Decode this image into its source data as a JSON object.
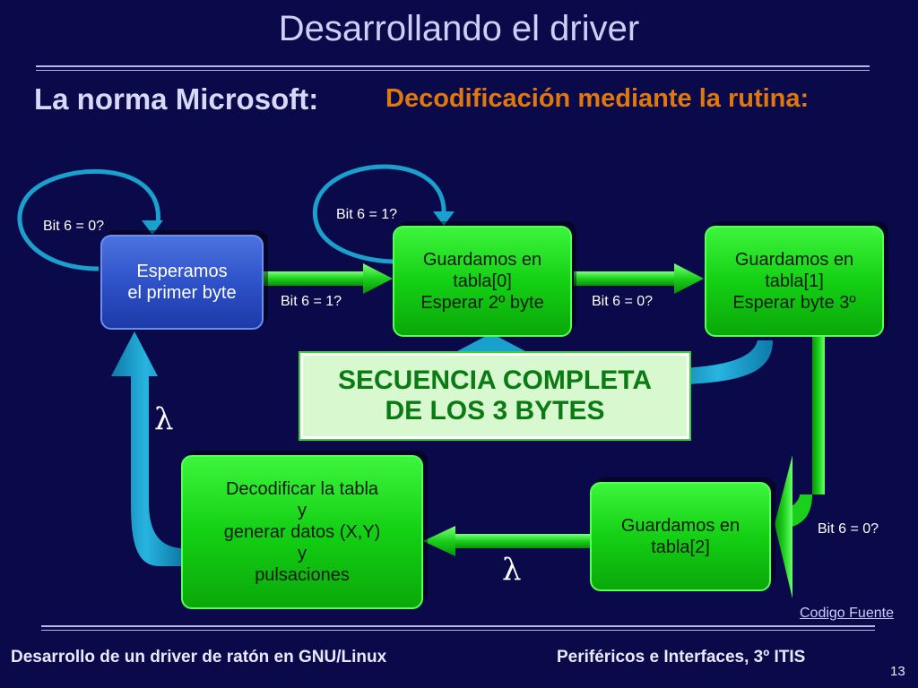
{
  "slide": {
    "title": "Desarrollando el driver",
    "subtitle_left": "La norma Microsoft:",
    "subtitle_right": "Decodificación mediante la rutina:",
    "source_link": "Codigo Fuente",
    "footer_left": "Desarrollo de un driver de ratón en GNU/Linux",
    "footer_right": "Periféricos e Interfaces, 3º ITIS",
    "page_number": "13"
  },
  "diagram": {
    "nodes": {
      "wait_first": [
        "Esperamos",
        "el primer byte"
      ],
      "store_0": [
        "Guardamos en",
        "tabla[0]",
        "Esperar 2º byte"
      ],
      "store_1": [
        "Guardamos en",
        "tabla[1]",
        "Esperar byte 3º"
      ],
      "store_2": [
        "Guardamos en",
        "tabla[2]"
      ],
      "decode": [
        "Decodificar la tabla",
        "y",
        "generar datos (X,Y)",
        "y",
        "pulsaciones"
      ]
    },
    "labels": {
      "loop_wait": "Bit 6 = 0?",
      "loop_store0": "Bit 6 = 1?",
      "wait_to_store0": "Bit 6 = 1?",
      "store0_to_store1": "Bit 6 = 0?",
      "store1_to_store2": "Bit 6 = 0?",
      "lambda_left": "λ",
      "lambda_bottom": "λ"
    },
    "sequence_box": [
      "SECUENCIA COMPLETA",
      "DE LOS 3 BYTES"
    ]
  },
  "colors": {
    "background": "#0a0a4a",
    "accent_orange": "#e07810",
    "node_green": "#14d014",
    "node_blue": "#2c4fc6",
    "arrow_cyan": "#1aa0cc"
  }
}
